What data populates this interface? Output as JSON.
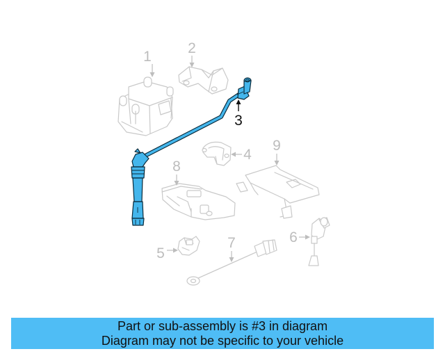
{
  "diagram": {
    "highlighted_part": "3",
    "highlight_color": "#44b6ec",
    "ghost_color": "#c9c9c9",
    "callouts": [
      {
        "id": "1",
        "label": "1",
        "part": "ignition-coil"
      },
      {
        "id": "2",
        "label": "2",
        "part": "coil-bracket"
      },
      {
        "id": "3",
        "label": "3",
        "part": "spark-plug-wire"
      },
      {
        "id": "4",
        "label": "4",
        "part": "sensor-clip"
      },
      {
        "id": "5",
        "label": "5",
        "part": "connector-sensor"
      },
      {
        "id": "6",
        "label": "6",
        "part": "speed-sensor"
      },
      {
        "id": "7",
        "label": "7",
        "part": "knock-sensor-harness"
      },
      {
        "id": "8",
        "label": "8",
        "part": "control-module"
      },
      {
        "id": "9",
        "label": "9",
        "part": "module-bracket"
      }
    ]
  },
  "banner": {
    "line1": "Part or sub-assembly is #3 in diagram",
    "line2": "Diagram may not be specific to your vehicle",
    "background": "#4fbdf5"
  }
}
